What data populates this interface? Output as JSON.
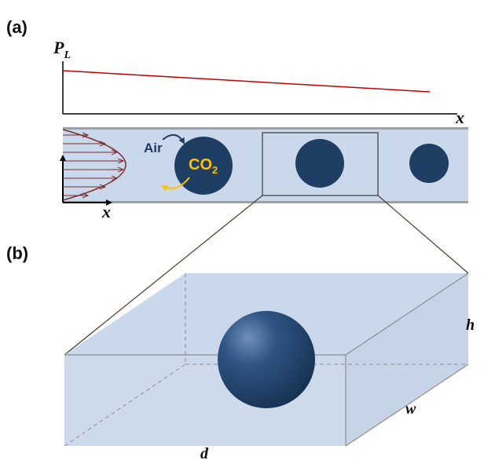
{
  "panel_a": {
    "label": "(a)",
    "pressure_label_main": "P",
    "pressure_label_sub": "L",
    "x_axis_label": "x",
    "profile_axis_label": "x",
    "air_label": "Air",
    "co2_main": "CO",
    "co2_sub": "2",
    "line_color": "#c00000",
    "channel_color": "#c9d8ea",
    "bubble_color": "#1f3e63",
    "profile_color": "#7b2d2d"
  },
  "panel_b": {
    "label": "(b)",
    "dim_h": "h",
    "dim_w": "w",
    "dim_d": "d",
    "box_color": "#c9d8ea",
    "edge_color": "#8a8f96"
  }
}
